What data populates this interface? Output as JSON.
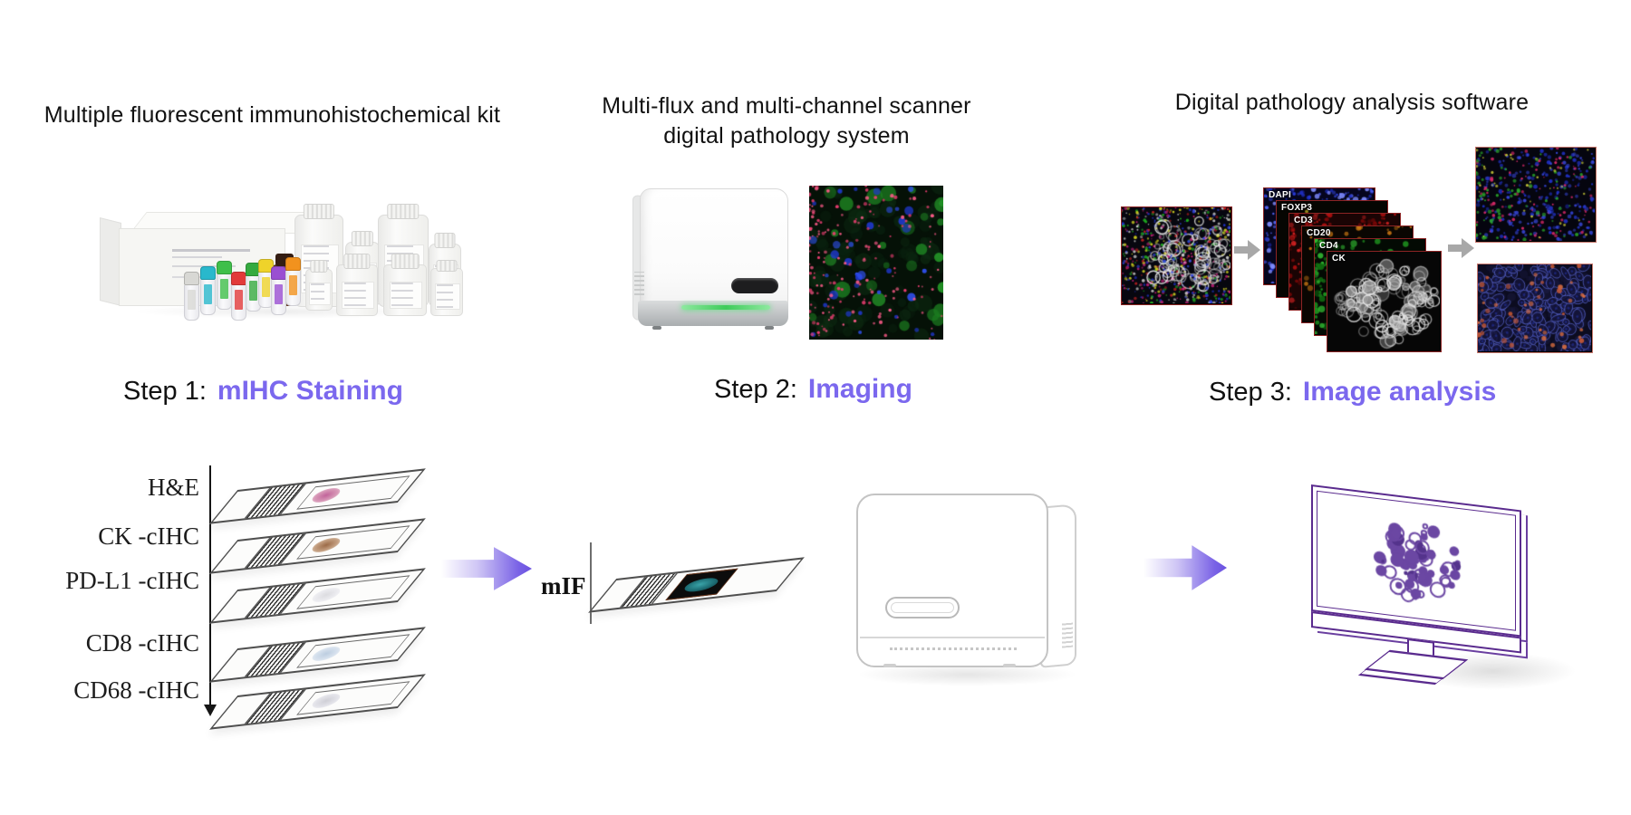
{
  "columns": {
    "left": {
      "title": "Multiple fluorescent immunohistochemical kit"
    },
    "middle": {
      "line1": "Multi-flux and multi-channel scanner",
      "line2": "digital pathology system"
    },
    "right": {
      "title": "Digital pathology analysis software"
    }
  },
  "steps": [
    {
      "prefix": "Step 1:",
      "label": "mIHC Staining"
    },
    {
      "prefix": "Step 2:",
      "label": "Imaging"
    },
    {
      "prefix": "Step 3:",
      "label": "Image analysis"
    }
  ],
  "staining": {
    "slide_labels": [
      "H&E",
      "CK -cIHC",
      "PD-L1 -cIHC",
      "CD8 -cIHC",
      "CD68 -cIHC"
    ],
    "mif_label": "mIF"
  },
  "analysis": {
    "channels": [
      "DAPI",
      "FOXP3",
      "CD3",
      "CD20",
      "CD4",
      "CK"
    ]
  },
  "colors": {
    "accent_purple": "#7b68ee",
    "monitor_purple": "#5a2b8e",
    "arrow_gray": "#a8a8a8",
    "channel_frame_red": "#8c2424",
    "output_frame_red": "#c8786e",
    "led_green": "#4fdc6e"
  }
}
